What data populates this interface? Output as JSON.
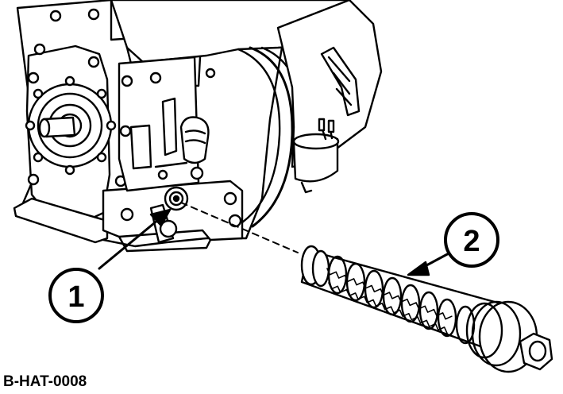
{
  "figure": {
    "code": "B-HAT-0008",
    "callouts": [
      {
        "number": "1"
      },
      {
        "number": "2"
      }
    ]
  }
}
